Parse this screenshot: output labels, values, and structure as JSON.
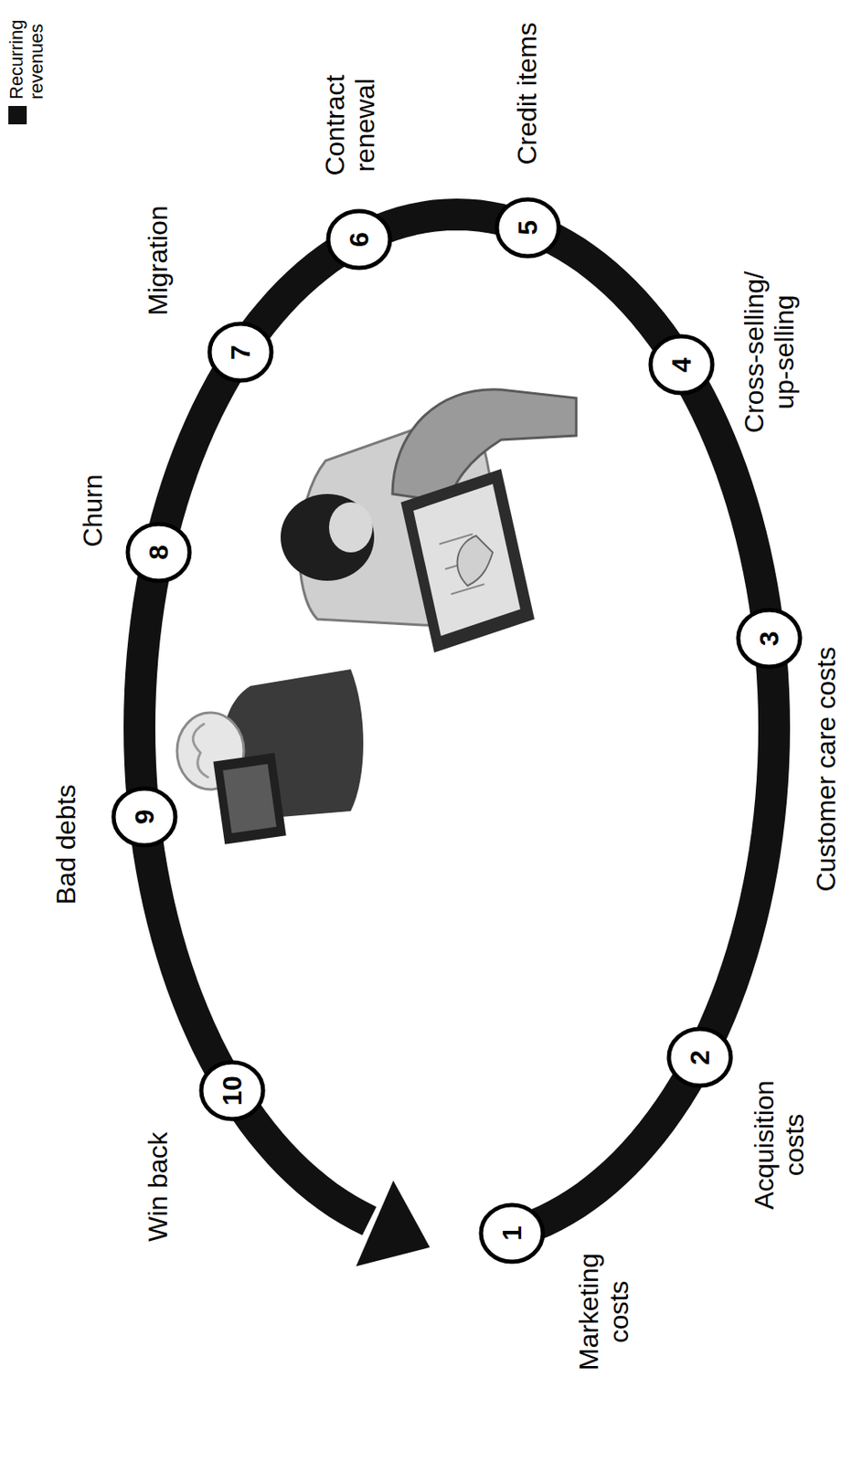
{
  "diagram": {
    "nodes": [
      {
        "text": [
          "1",
          "Marketing costs"
        ]
      },
      {
        "text": [
          "2",
          "Acquisition costs"
        ]
      },
      {
        "text": [
          "3",
          "Customer care costs"
        ]
      },
      {
        "text": [
          "4",
          "Cross-selling/ up-selling"
        ]
      },
      {
        "text": [
          "5",
          "Credit items"
        ]
      },
      {
        "text": [
          "6",
          "Contract renewal"
        ]
      },
      {
        "text": [
          "7",
          "Migration"
        ]
      },
      {
        "text": [
          "8",
          "Churn"
        ]
      },
      {
        "text": [
          "9",
          "Bad debts"
        ]
      },
      {
        "text": [
          "10",
          "Win back"
        ]
      }
    ],
    "legend": [
      {
        "text": "Recurring revenues",
        "color": "#111111"
      }
    ]
  }
}
